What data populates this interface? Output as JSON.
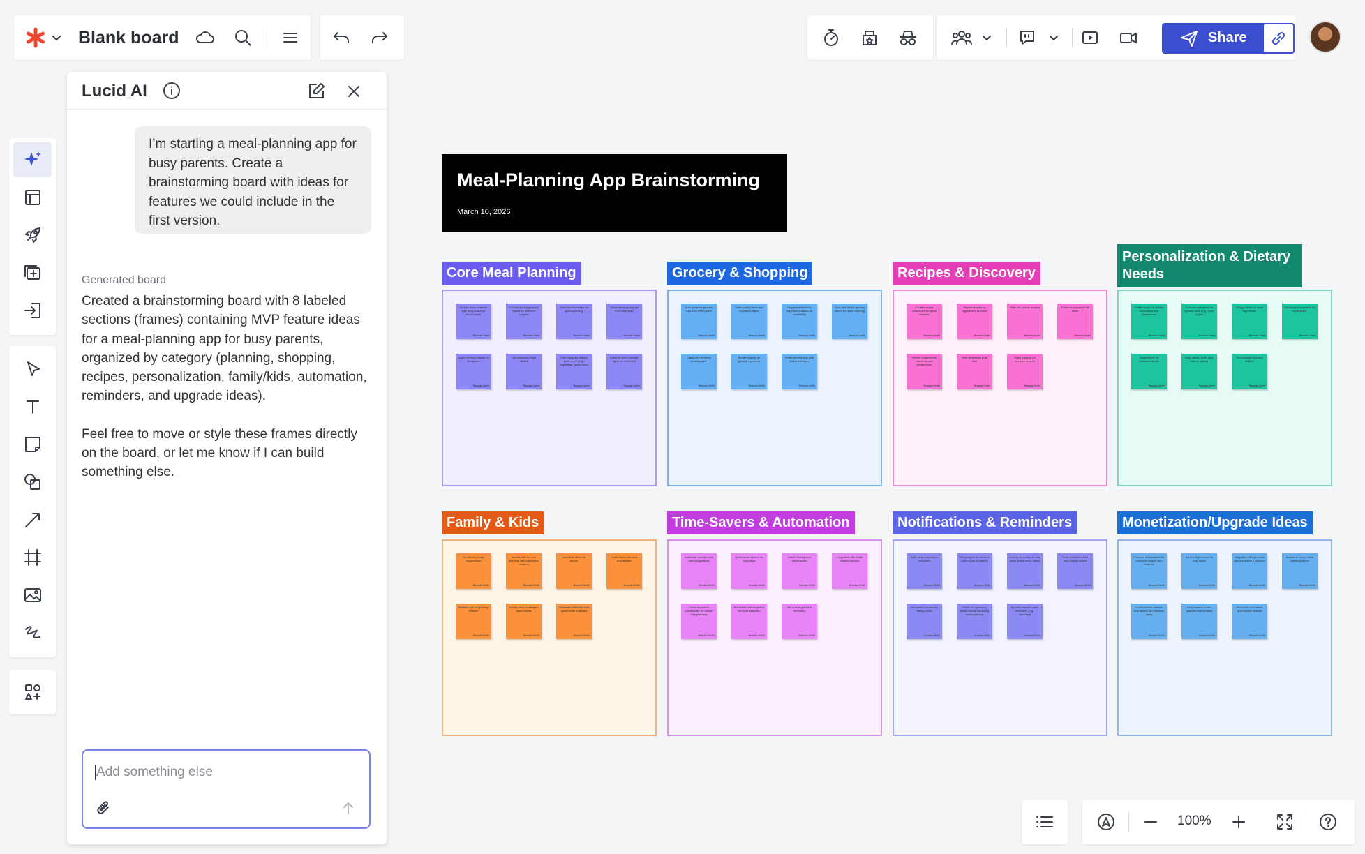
{
  "header": {
    "board_title": "Blank board",
    "share_label": "Share"
  },
  "ai_panel": {
    "title": "Lucid AI",
    "user_message": "I’m starting a meal-planning app for busy parents. Create a brainstorming board with ideas for features we could include in the first version.",
    "generated_label": "Generated board",
    "response_1": "Created a brainstorming board with 8 labeled sections (frames) containing MVP feature ideas for a meal-planning app for busy parents, organized by category (planning, shopping, recipes, personalization, family/kids, automation, reminders, and upgrade ideas).",
    "response_2": "Feel free to move or style these frames directly on the board, or let me know if I can build something else.",
    "input_placeholder": "Add something else"
  },
  "board": {
    "title": "Meal-Planning App Brainstorming",
    "date": "March 10, 2026",
    "author": "Brendan Smith",
    "frames": [
      {
        "label": "Core Meal Planning",
        "label_color": "#6b5cf0",
        "bg": "#f1efff",
        "border": "#a99bf5",
        "note_color": "#8c86f7",
        "notes": [
          "Weekly meal calendar with drag-and-drop functionality",
          "Kid-friendly suggestions based on selected recipes",
          "Save favorite meals for quick planning",
          "Generate shopping list from meal plan",
          "Adjust servings based on family size",
          "Link meals to recipe details",
          "Plan meals for dietary preference (e.g., vegetarian, gluten-free)",
          "Integrate with calendar apps for reminders"
        ]
      },
      {
        "label": "Grocery & Shopping",
        "label_color": "#1d68e0",
        "bg": "#eaf3ff",
        "border": "#7fb0ee",
        "note_color": "#64aef3",
        "notes": [
          "Auto-generate grocery lists from meal plans",
          "Track pantry items and expiration dates",
          "Suggest alternative ingredients based on availability",
          "Sync with online grocery stores for direct ordering",
          "Categorize items by grocery aisle",
          "Budget tracker for grocery expenses",
          "Share grocery lists with family members"
        ]
      },
      {
        "label": "Recipes & Discovery",
        "label_color": "#e43fb7",
        "bg": "#fff0fa",
        "border": "#f08fd6",
        "note_color": "#f871d3",
        "notes": [
          "Curated recipe collections for quick selection",
          "Search recipes by ingredients on hand",
          "Rate and review recipes",
          "Featured recipes of the week",
          "Recipe suggestions based on user preferences",
          "Filter recipes by prep time",
          "Video tutorials for complex recipes"
        ]
      },
      {
        "label": "Personalization & Dietary Needs",
        "label_color": "#13896f",
        "bg": "#e6fbf6",
        "border": "#7fd6c2",
        "note_color": "#1dc4a0",
        "notes": [
          "Profile setup for dietary restrictions and preferences",
          "Custom meal plans for specific diets (e.g., keto, vegan)",
          "Allergy alerts for meal ingredients",
          "Nutritional information for each recipe",
          "Suggestions for balanced meals",
          "Track dietary goals (e.g., calorie intake)",
          "Personalized tips and articles"
        ]
      },
      {
        "label": "Family & Kids",
        "label_color": "#e25a16",
        "bg": "#fff5e6",
        "border": "#f0b27a",
        "note_color": "#fb913a",
        "notes": [
          "Kid-friendly recipe suggestions",
          "Involve kids in meal planning with interactive features",
          "Lunchbox ideas for school",
          "Track family favorites and dislikes",
          "Nutrition tips for growing children",
          "Family meal challenges and rewards",
          "Celebrate birthdays with family meal traditions"
        ]
      },
      {
        "label": "Time-Savers & Automation",
        "label_color": "#c23de0",
        "bg": "#fbf0ff",
        "border": "#d992ea",
        "note_color": "#e684f5",
        "notes": [
          "Automatic weekly meal plan suggestions",
          "Quick meal options for busy days",
          "Batch cooking and freezing tips",
          "Integration with smart kitchen devices",
          "Voice command functionality for hands-free planning",
          "Pre-filled meal templates for quick selection",
          "Set and forget meal reminders"
        ]
      },
      {
        "label": "Notifications & Reminders",
        "label_color": "#5b63e6",
        "bg": "#f2f3ff",
        "border": "#a4a8ee",
        "note_color": "#8d89f4",
        "notes": [
          "Daily meal preparation reminders",
          "Shopping list alerts when running out of staples",
          "Weekly summary of meal plans and grocery needs",
          "Push notifications for new recipes added",
          "Reminders for weekly family menu",
          "Alerts for upcoming family events impacting meal planning",
          "Special occasion meal reminders (e.g., birthdays)"
        ]
      },
      {
        "label": "Monetization/Upgrade Ideas",
        "label_color": "#1d6fd8",
        "bg": "#eef4ff",
        "border": "#8fb6ec",
        "note_color": "#65aff1",
        "notes": [
          "Premium subscription for exclusive recipes and features",
          "Ad-free experience for paid users",
          "Integration with premium grocery delivery services",
          "Access to expert meal planning advice",
          "Customizable themes and layouts for premium users",
          "Early access to new features and updates",
          "Discounts and offers from partner brands"
        ]
      }
    ]
  },
  "zoom": {
    "level": "100%"
  },
  "icons": [
    "lucid-logo-icon",
    "chevron-down-icon",
    "cloud-icon",
    "search-icon",
    "menu-icon",
    "undo-icon",
    "redo-icon",
    "timer-icon",
    "vote-icon",
    "incognito-icon",
    "collaborators-icon",
    "comment-icon",
    "present-icon",
    "video-icon",
    "send-icon",
    "link-icon",
    "sparkle-icon",
    "templates-icon",
    "rocket-icon",
    "add-page-icon",
    "import-icon",
    "select-icon",
    "text-icon",
    "sticky-note-icon",
    "shapes-icon",
    "line-icon",
    "frame-icon",
    "image-icon",
    "freehand-icon",
    "more-shapes-icon",
    "info-icon",
    "edit-icon",
    "close-icon",
    "attach-icon",
    "arrow-up-icon",
    "outline-icon",
    "navigate-icon",
    "zoom-out-icon",
    "zoom-in-icon",
    "fullscreen-icon",
    "help-icon"
  ]
}
